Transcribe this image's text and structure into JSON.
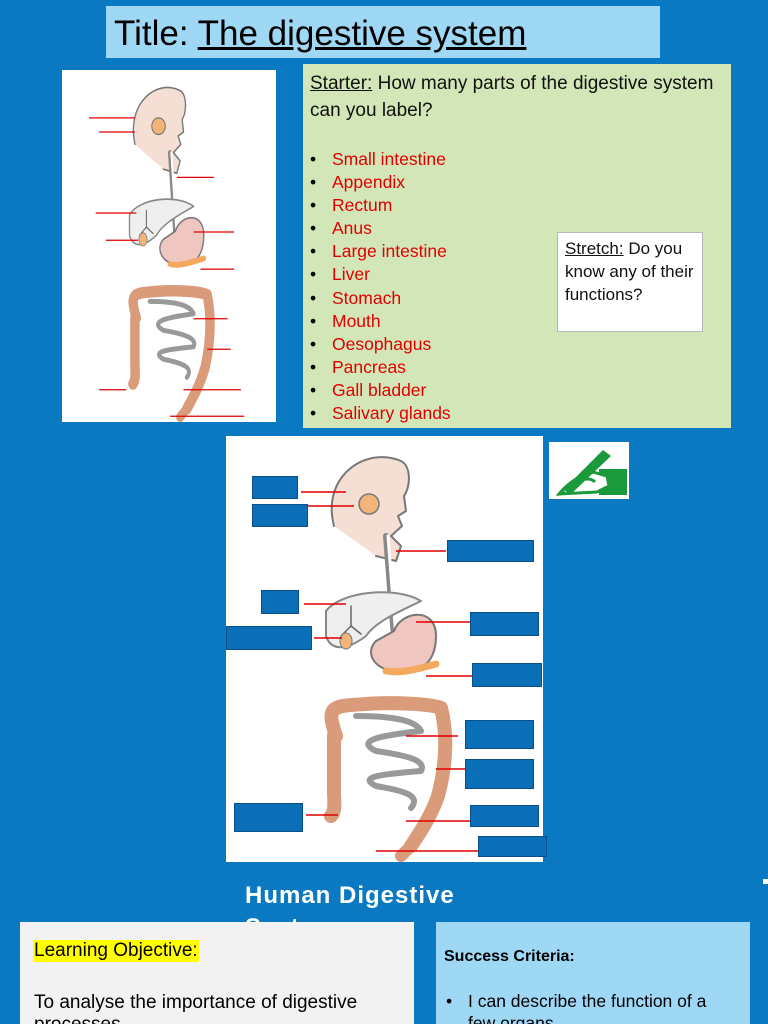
{
  "title": {
    "prefix": "Title: ",
    "text": "The digestive system"
  },
  "starter": {
    "label": "Starter:",
    "question": " How many parts of the digestive system can you label?",
    "organs": [
      "Small intestine",
      "Appendix",
      "Rectum",
      "Anus",
      "Large intestine",
      "Liver",
      "Stomach",
      "Mouth",
      "Oesophagus",
      "Pancreas",
      "Gall bladder",
      "Salivary glands"
    ]
  },
  "stretch": {
    "label": "Stretch:",
    "text": " Do you know any of their functions?"
  },
  "subtitle": "Human Digestive System",
  "objective": {
    "heading": "Learning Objective:",
    "text": "To analyse the importance of digestive processes"
  },
  "success": {
    "heading": "Success Criteria:",
    "items": [
      "I can describe the function of a few organs"
    ]
  },
  "colors": {
    "background": "#0a79c2",
    "title_bg": "#9fd8f5",
    "starter_bg": "#d3e6b8",
    "organ_text": "#e00000",
    "highlight": "#ffff00",
    "label_box": "#0b6fb8",
    "pen_icon": "#1a9a3a"
  },
  "icons": {
    "diagram": "digestive-system-diagram",
    "pen": "hand-writing-pen-icon"
  }
}
